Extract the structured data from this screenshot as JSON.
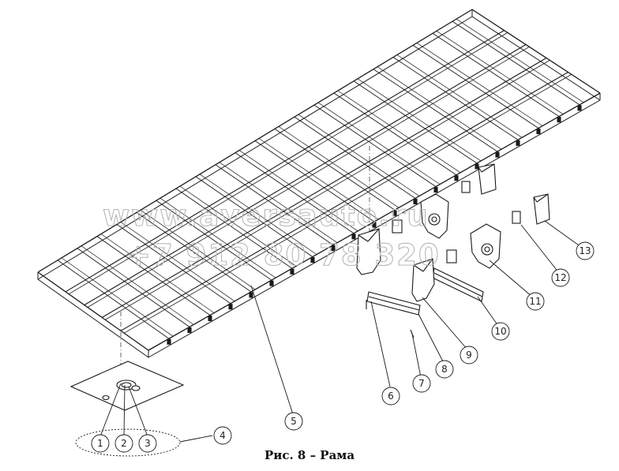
{
  "watermark": {
    "line1": "www.aversauto.ru",
    "line2": "+7 912 80 78 320"
  },
  "caption": "Рис. 8  – Рама",
  "callouts": [
    "1",
    "2",
    "3",
    "4",
    "5",
    "6",
    "7",
    "8",
    "9",
    "10",
    "11",
    "12",
    "13"
  ],
  "colors": {
    "line": "#1a1a1a",
    "watermark": "#b8b8b8",
    "background": "#ffffff"
  }
}
